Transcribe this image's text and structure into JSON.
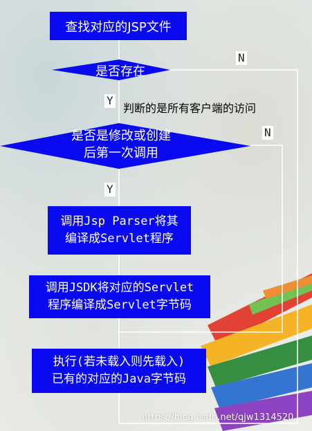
{
  "flowchart": {
    "start": "查找对应的JSP文件",
    "exists": "是否存在",
    "modified_line1": "是否是修改或创建",
    "modified_line2": "后第一次调用",
    "parse_line1": "调用Jsp Parser将其",
    "parse_line2": "编译成Servlet程序",
    "compile_line1": "调用JSDK将对应的Servlet",
    "compile_line2": "程序编译成Servlet字节码",
    "execute_line1": "执行(若未载入则先载入)",
    "execute_line2": "已有的对应的Java字节码",
    "yes": "Y",
    "no": "N",
    "note": "判断的是所有客户端的访问"
  },
  "watermark": "https://blog.csdn.net/qjw1314520"
}
